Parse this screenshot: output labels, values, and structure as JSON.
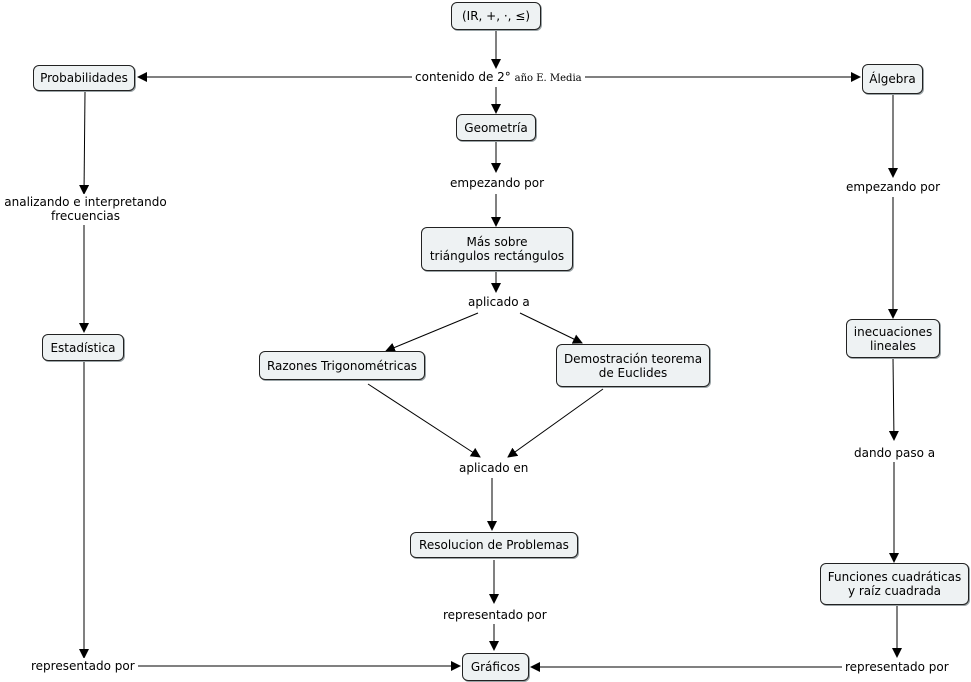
{
  "nodes": {
    "root": "(IR, +, ·, ≤)",
    "probabilidades": "Probabilidades",
    "algebra": "Álgebra",
    "geometria": "Geometría",
    "mas_sobre_1": "Más sobre",
    "mas_sobre_2": "triángulos rectángulos",
    "razones": "Razones Trigonométricas",
    "demostracion_1": "Demostración teorema",
    "demostracion_2": "de Euclides",
    "estadistica": "Estadística",
    "inecuaciones_1": "inecuaciones",
    "inecuaciones_2": "lineales",
    "resolucion": "Resolucion de Problemas",
    "funciones_1": "Funciones cuadráticas",
    "funciones_2": "y raíz cuadrada",
    "graficos": "Gráficos"
  },
  "links": {
    "contenido_main": "contenido de 2°",
    "contenido_small": "año E. Media",
    "analizando_1": "analizando e interpretando",
    "analizando_2": "frecuencias",
    "empezando_geo": "empezando por",
    "empezando_alg": "empezando por",
    "aplicado_a": "aplicado a",
    "aplicado_en": "aplicado en",
    "dando_paso": "dando paso a",
    "representado_left": "representado por",
    "representado_center": "representado por",
    "representado_right": "representado por"
  },
  "colors": {
    "node_fill": "#eef2f3",
    "line": "#000000"
  }
}
